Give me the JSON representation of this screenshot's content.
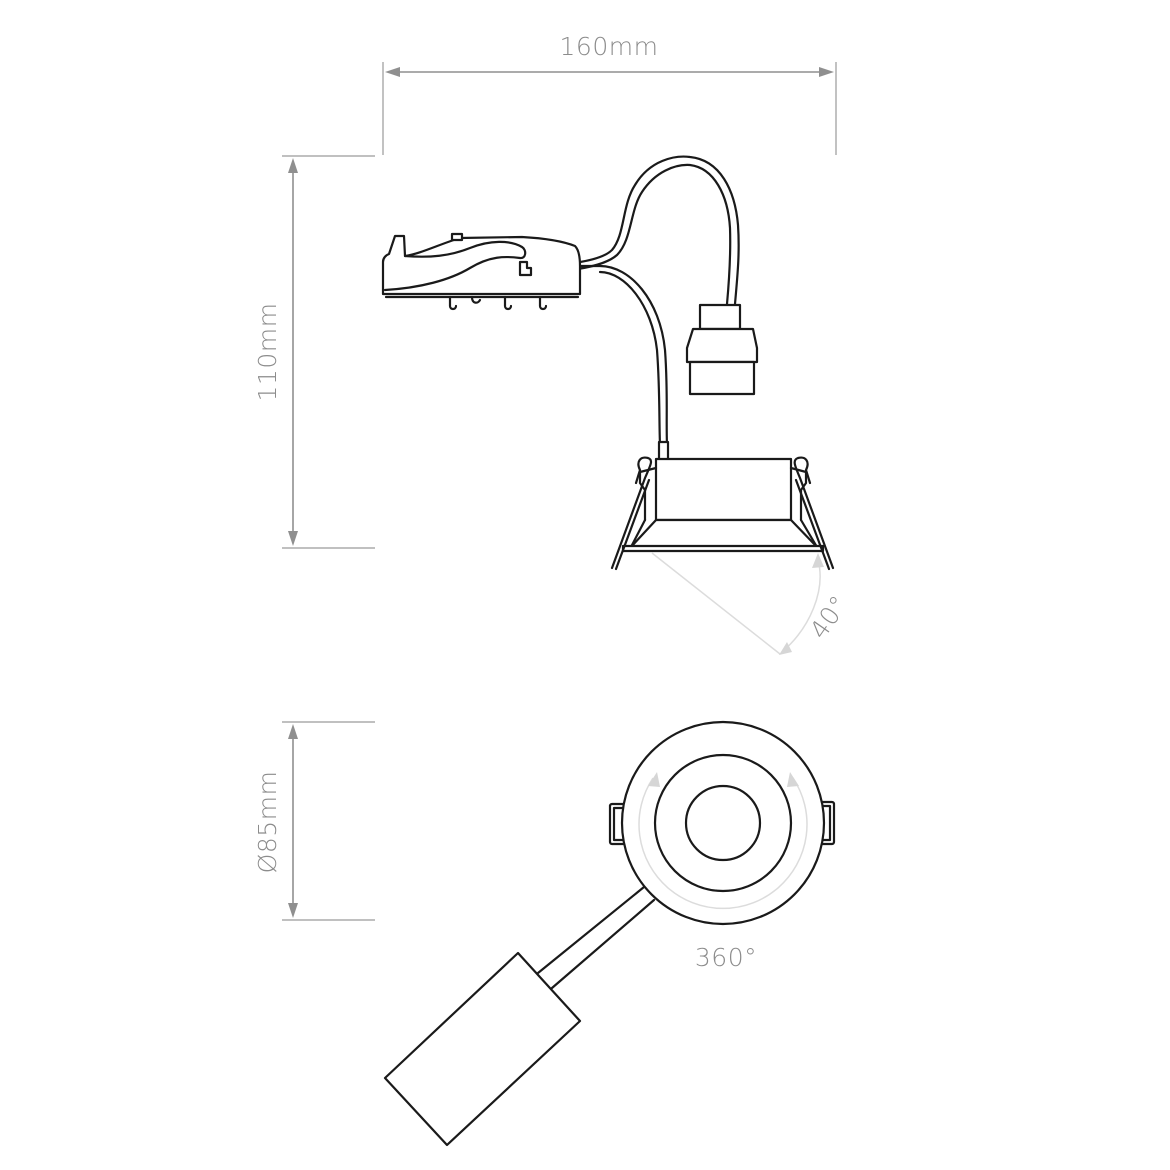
{
  "title": "Recessed downlight technical dimension drawing",
  "dimensions": {
    "width": {
      "label": "160mm",
      "value": 160,
      "unit": "mm"
    },
    "height": {
      "label": "110mm",
      "value": 110,
      "unit": "mm"
    },
    "diameter": {
      "label": "Ø85mm",
      "value": 85,
      "unit": "mm"
    }
  },
  "angles": {
    "tilt": {
      "label": "40°",
      "value": 40
    },
    "rotation": {
      "label": "360°",
      "value": 360
    }
  },
  "views": [
    {
      "id": "side-view",
      "components": [
        "driver-box",
        "cable",
        "connector-block",
        "fitting-body",
        "spring-clips"
      ]
    },
    {
      "id": "top-view",
      "components": [
        "outer-bezel",
        "inner-ring",
        "lens",
        "spring-clip-tabs",
        "cable",
        "driver-box"
      ]
    }
  ],
  "colors": {
    "outline": "#1a1a1a",
    "dimension": "#8f8f8f",
    "angle_indicator": "#d6d6d6",
    "background": "#ffffff"
  }
}
